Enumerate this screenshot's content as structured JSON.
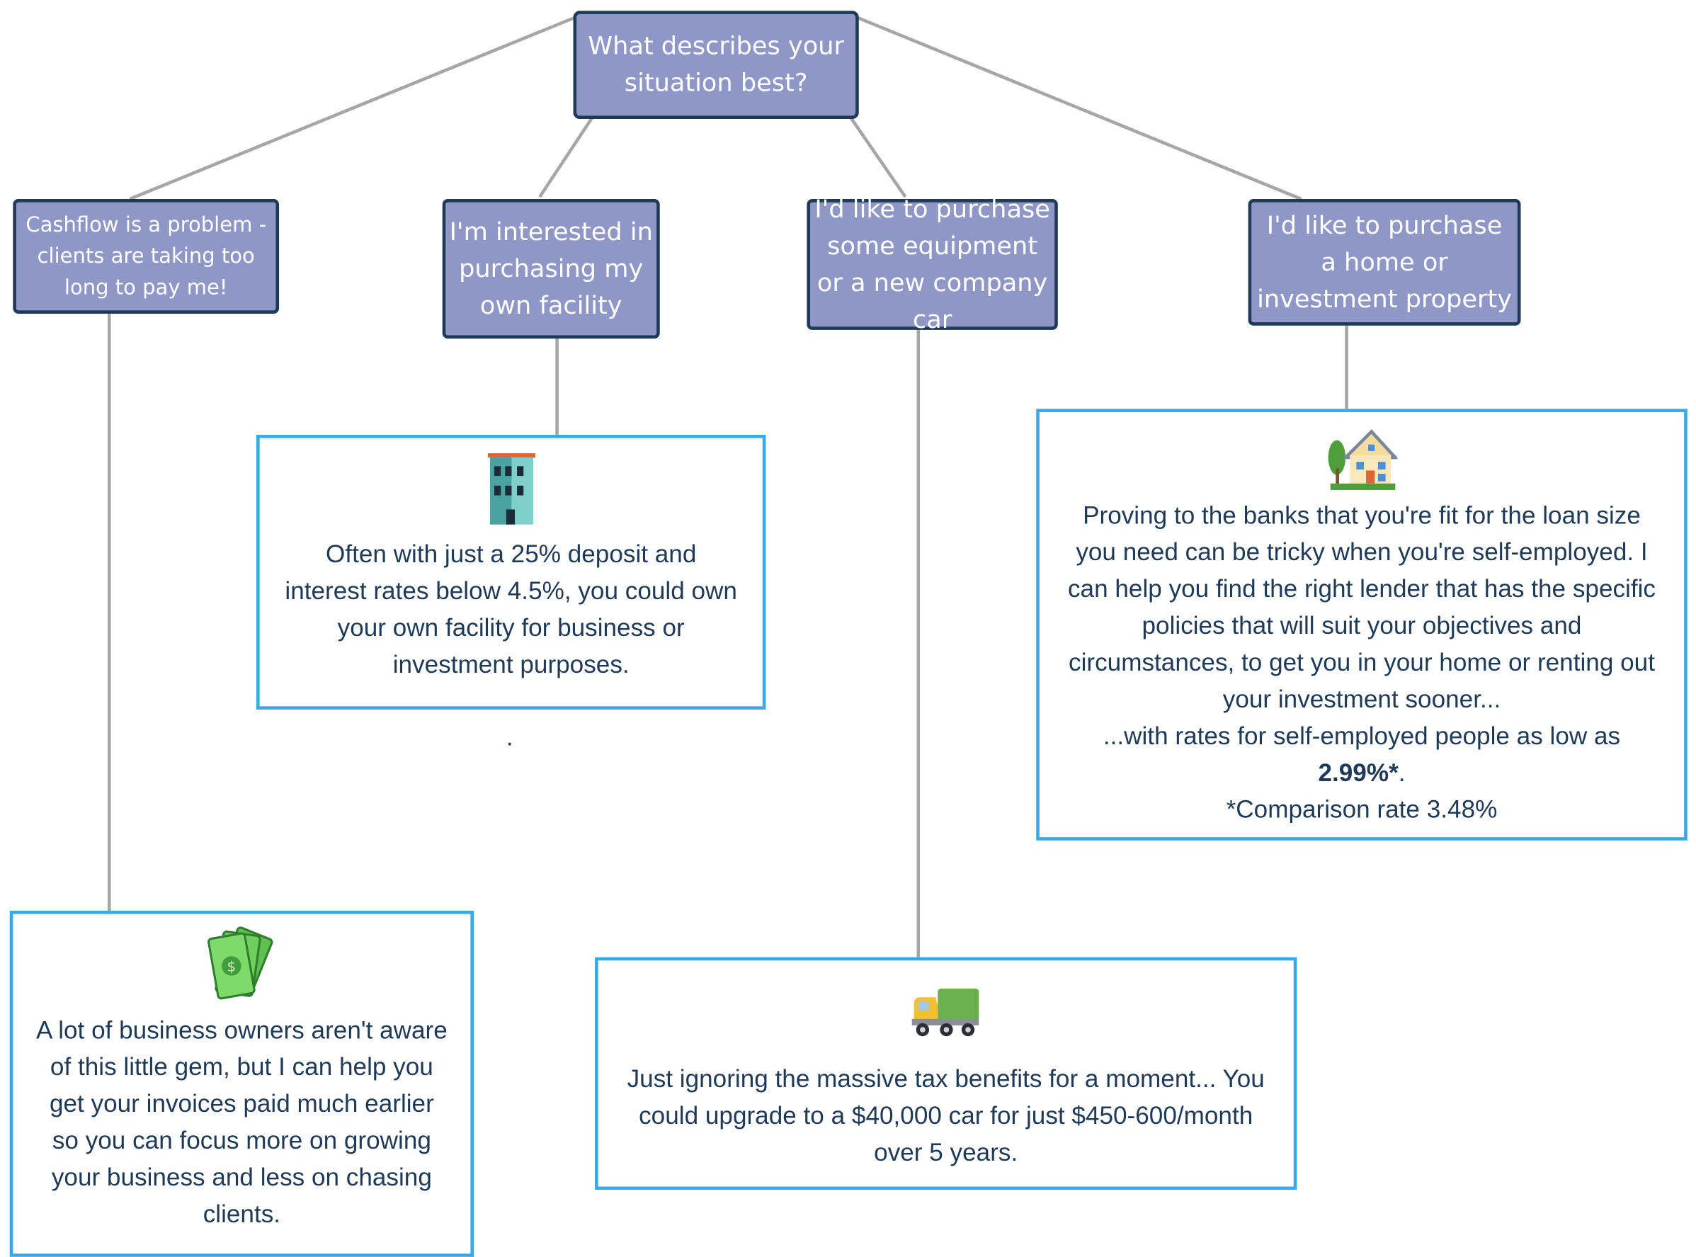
{
  "root": {
    "question": "What describes your situation best?"
  },
  "options": [
    {
      "label": "Cashflow is a problem - clients are taking too long to pay me!",
      "icon": "money-icon",
      "answer": "A lot of business owners aren't aware of this little gem, but I can help you get your invoices paid much earlier so you can focus more on growing your business and less on chasing clients."
    },
    {
      "label": "I'm interested in purchasing my own facility",
      "icon": "office-building-icon",
      "answer": "Often with just a 25% deposit and interest rates below 4.5%, you could own your own facility for business or investment purposes.",
      "trailing_mark": "."
    },
    {
      "label": "I'd like to purchase some equipment or a new company car",
      "icon": "truck-icon",
      "answer": "Just ignoring the massive tax benefits for a moment... You could upgrade to a $40,000 car for just $450-600/month over 5 years."
    },
    {
      "label": "I'd like to purchase a home or investment property",
      "icon": "house-icon",
      "answer_main": "Proving to the banks that you're fit for the loan size you need can be tricky when you're self-employed. I can help you find the right lender that has the specific policies that will suit your objectives and circumstances, to get you in your home or renting out your investment sooner...",
      "answer_rate_intro": "...with rates for self-employed people as low as",
      "answer_rate": "2.99%*",
      "answer_rate_end": ".",
      "answer_comparison": "*Comparison rate 3.48%"
    }
  ],
  "colors": {
    "question_box": "#8f97c6",
    "question_border": "#1f3a57",
    "answer_border": "#3aa8e6",
    "connector": "#a6a6a6",
    "text": "#1f3a57"
  }
}
